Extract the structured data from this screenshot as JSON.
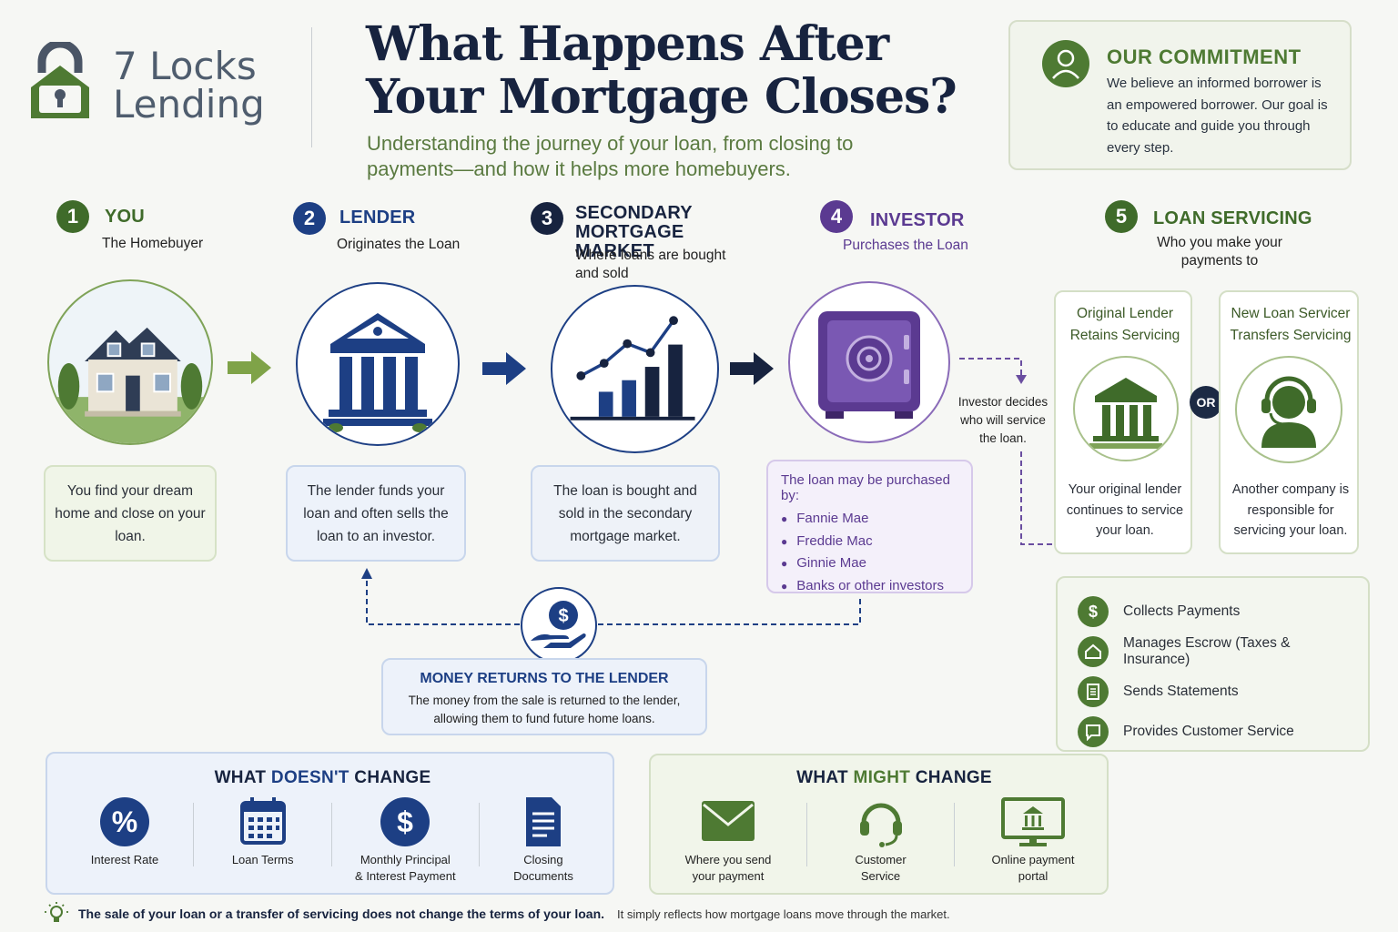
{
  "brand": {
    "name_line1": "7 Locks",
    "name_line2": "Lending"
  },
  "header": {
    "title_line1": "What Happens After",
    "title_line2": "Your Mortgage Closes?",
    "subtitle": "Understanding the journey of your loan, from closing to payments—and how it helps more homebuyers."
  },
  "commitment": {
    "title": "OUR COMMITMENT",
    "text": "We believe an informed borrower is an empowered borrower.  Our goal is to educate and guide you through every step."
  },
  "steps": [
    {
      "number": "1",
      "title": "YOU",
      "subtitle": "The Homebuyer",
      "card": "You find your dream home and close on your loan.",
      "color": "#3f6b2a"
    },
    {
      "number": "2",
      "title": "LENDER",
      "subtitle": "Originates the Loan",
      "card": "The lender funds your loan and often sells the loan to an investor.",
      "color": "#1d3f84"
    },
    {
      "number": "3",
      "title": "SECONDARY MORTGAGE MARKET",
      "subtitle": "Where loans are bought and sold",
      "card": "The loan is bought and sold in the secondary mortgage market.",
      "color": "#17233f"
    },
    {
      "number": "4",
      "title": "INVESTOR",
      "subtitle": "Purchases the Loan",
      "color": "#5b3a91"
    },
    {
      "number": "5",
      "title": "LOAN SERVICING",
      "subtitle": "Who you make your payments to",
      "color": "#3f6b2a"
    }
  ],
  "investor_card": {
    "heading": "The loan may be purchased by:",
    "items": [
      "Fannie Mae",
      "Freddie Mac",
      "Ginnie Mae",
      "Banks or other investors"
    ]
  },
  "investor_note": "Investor decides who will service the loan.",
  "servicing": {
    "or_label": "OR",
    "options": [
      {
        "title_line1": "Original Lender",
        "title_line2": "Retains Servicing",
        "text": "Your original lender continues to service your loan."
      },
      {
        "title_line1": "New Loan Servicer",
        "title_line2": "Transfers Servicing",
        "text": "Another company is responsible for servicing your loan."
      }
    ],
    "duties": [
      {
        "icon": "dollar-icon",
        "label": "Collects Payments"
      },
      {
        "icon": "home-icon",
        "label": "Manages Escrow (Taxes & Insurance)"
      },
      {
        "icon": "document-icon",
        "label": "Sends Statements"
      },
      {
        "icon": "chat-icon",
        "label": "Provides Customer Service"
      }
    ]
  },
  "money_returns": {
    "title": "MONEY RETURNS TO THE LENDER",
    "text_line1": "The money from the sale is returned to the lender,",
    "text_line2": "allowing them to fund future home loans."
  },
  "doesnt_change": {
    "title_a": "WHAT ",
    "title_b": "DOESN'T",
    "title_c": " CHANGE",
    "items": [
      {
        "icon": "percent-icon",
        "line1": "Interest Rate",
        "line2": ""
      },
      {
        "icon": "calendar-icon",
        "line1": "Loan Terms",
        "line2": ""
      },
      {
        "icon": "dollar-icon",
        "line1": "Monthly Principal",
        "line2": "& Interest Payment"
      },
      {
        "icon": "document-icon",
        "line1": "Closing",
        "line2": "Documents"
      }
    ]
  },
  "might_change": {
    "title_a": "WHAT ",
    "title_b": "MIGHT",
    "title_c": " CHANGE",
    "items": [
      {
        "icon": "envelope-icon",
        "line1": "Where you send",
        "line2": "your payment"
      },
      {
        "icon": "headset-icon",
        "line1": "Customer",
        "line2": "Service"
      },
      {
        "icon": "monitor-icon",
        "line1": "Online payment",
        "line2": "portal"
      }
    ]
  },
  "footer": {
    "bold": "The sale of your loan or a transfer of servicing does not change the terms of your loan.",
    "regular": "It simply reflects how mortgage loans move through the market."
  },
  "colors": {
    "green": "#4e7a33",
    "navy": "#1c2a44",
    "blue": "#1d3f84",
    "purple": "#5b3a91"
  }
}
